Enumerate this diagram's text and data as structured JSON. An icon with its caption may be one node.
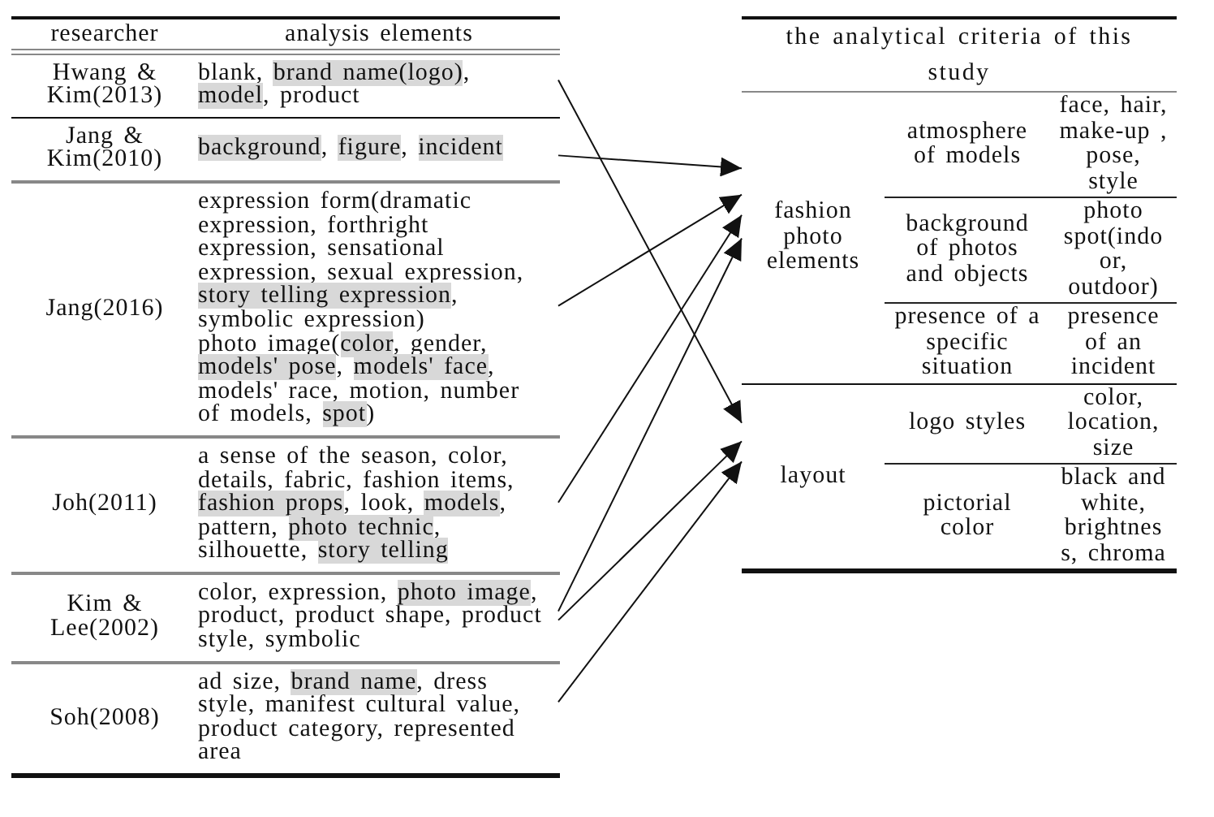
{
  "diagram": {
    "nodes": [
      {
        "text": [
          "Hwang & Kim(2013)",
          "blank, **brand name(logo)**, **model**, product"
        ]
      },
      {
        "text": [
          "Jang & Kim(2010)",
          "**background**, **figure**, **incident**"
        ]
      },
      {
        "text": [
          "Jang(2016)",
          "expression form(dramatic expression, forthright expression, sensational expression, sexual expression, **story telling expression**, symbolic expression)",
          "photo image(**color**, gender, **models' pose**, **models' face**, models' race, motion, number of models, **spot**)"
        ]
      },
      {
        "text": [
          "Joh(2011)",
          "a sense of the season, color, details, fabric, fashion items, **fashion props**, look, **models**, pattern, **photo technic**, silhouette, **story telling**"
        ]
      },
      {
        "text": [
          "Kim & Lee(2002)",
          "color, expression, **photo image**, product, product shape, product style, symbolic"
        ]
      },
      {
        "text": [
          "Soh(2008)",
          "ad size, **brand name**, dress style, manifest cultural value, product category, represented area"
        ]
      },
      {
        "text": [
          "fashion photo elements"
        ]
      },
      {
        "text": [
          "atmosphere of models",
          "face, hair, make-up , pose, style"
        ],
        "in": 6
      },
      {
        "text": [
          "background of photos and objects",
          "photo spot(indo or, outdoor)"
        ],
        "in": 6
      },
      {
        "text": [
          "presence of a specific situation",
          "presence of an incident"
        ],
        "in": 6
      },
      {
        "text": [
          "layout"
        ]
      },
      {
        "text": [
          "logo styles",
          "color, location, size"
        ],
        "in": 10
      },
      {
        "text": [
          "pictorial color",
          "black and white, brightnes s, chroma"
        ],
        "in": 10
      }
    ],
    "edges": [
      {
        "from": 0,
        "to": 10,
        "arrow": "to"
      },
      {
        "from": 1,
        "to": 6,
        "arrow": "to"
      },
      {
        "from": 2,
        "to": 6,
        "arrow": "to"
      },
      {
        "from": 3,
        "to": 6,
        "arrow": "to"
      },
      {
        "from": 4,
        "to": 6,
        "arrow": "to"
      },
      {
        "from": 4,
        "to": 10,
        "arrow": "to"
      },
      {
        "from": 5,
        "to": 10,
        "arrow": "to"
      }
    ],
    "labels": [
      "researcher",
      "analysis elements",
      "the analytical criteria of this study"
    ]
  }
}
